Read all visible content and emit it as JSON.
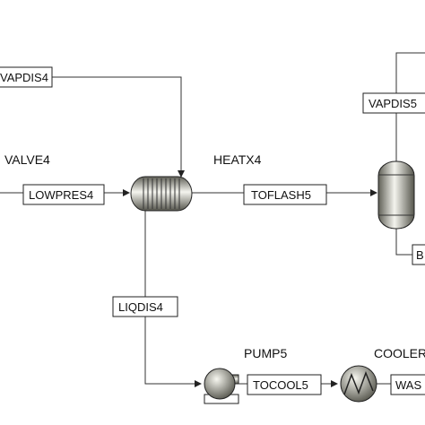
{
  "blocks": {
    "valve4": "VALVE4",
    "heatx4": "HEATX4",
    "pump5": "PUMP5",
    "cooler_partial": "COOLER"
  },
  "streams": {
    "vapdis4": "VAPDIS4",
    "lowpres4": "LOWPRES4",
    "toflash5": "TOFLASH5",
    "vapdis5": "VAPDIS5",
    "liqdis4": "LIQDIS4",
    "tocool5": "TOCOOL5",
    "was_partial": "WAS",
    "b_partial": "B"
  },
  "colors": {
    "line": "#333333",
    "equipment_light": "#f2f2ea",
    "equipment_dark": "#5b5b52"
  }
}
